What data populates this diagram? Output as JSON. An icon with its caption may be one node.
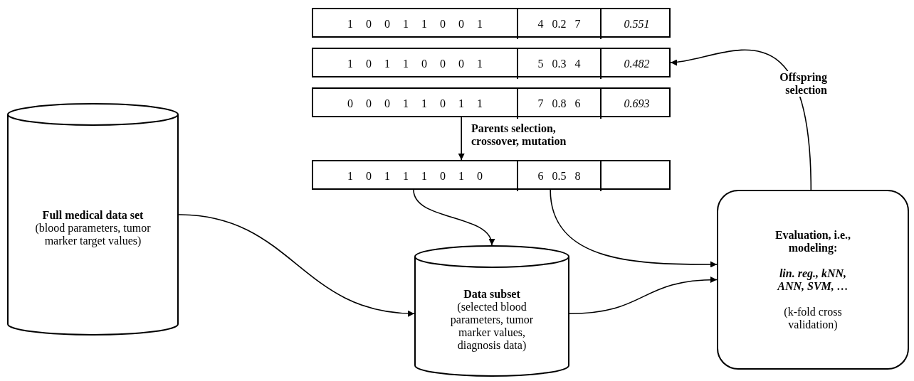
{
  "diagram": {
    "nodes": [
      {
        "text": [],
        "shape": "box"
      },
      {
        "text": [
          "1 0 0 1 1 0 0 1"
        ],
        "in": 0
      },
      {
        "text": [
          "4 0.2 7"
        ],
        "in": 0
      },
      {
        "text": [
          "0.551"
        ],
        "in": 0
      },
      {
        "text": [],
        "shape": "box"
      },
      {
        "text": [
          "1 0 1 1 0 0 0 1"
        ],
        "in": 4
      },
      {
        "text": [
          "5 0.3 4"
        ],
        "in": 4
      },
      {
        "text": [
          "0.482"
        ],
        "in": 4
      },
      {
        "text": [],
        "shape": "box"
      },
      {
        "text": [
          "0 0 0 1 1 0 1 1"
        ],
        "in": 8
      },
      {
        "text": [
          "7 0.8 6"
        ],
        "in": 8
      },
      {
        "text": [
          "0.693"
        ],
        "in": 8
      },
      {
        "text": [],
        "shape": "box"
      },
      {
        "text": [
          "1 0 1 1 1 0 1 0"
        ],
        "in": 12
      },
      {
        "text": [
          "6 0.5 8"
        ],
        "in": 12
      },
      {
        "text": [],
        "shape": "box",
        "in": 12
      },
      {
        "text": [
          "Full medical data set",
          "(blood parameters, tumor marker target values)"
        ]
      },
      {
        "text": [
          "Data subset",
          "(selected blood parameters, tumor marker values, diagnosis data)"
        ]
      },
      {
        "text": [
          "Evaluation, i.e., modeling:",
          "lin. reg., kNN, ANN, SVM, …",
          "(k-fold cross validation)"
        ]
      }
    ],
    "edges": [
      {
        "from": 8,
        "to": 12,
        "arrow": "to",
        "label": "Parents selection, crossover, mutation"
      },
      {
        "from": 13,
        "to": 17,
        "arrow": "to"
      },
      {
        "from": 14,
        "to": 18,
        "arrow": "to"
      },
      {
        "from": 16,
        "to": 17,
        "arrow": "to"
      },
      {
        "from": 17,
        "to": 18,
        "arrow": "to"
      },
      {
        "from": 18,
        "to": 4,
        "arrow": "to",
        "label": "Offspring selection"
      }
    ]
  }
}
